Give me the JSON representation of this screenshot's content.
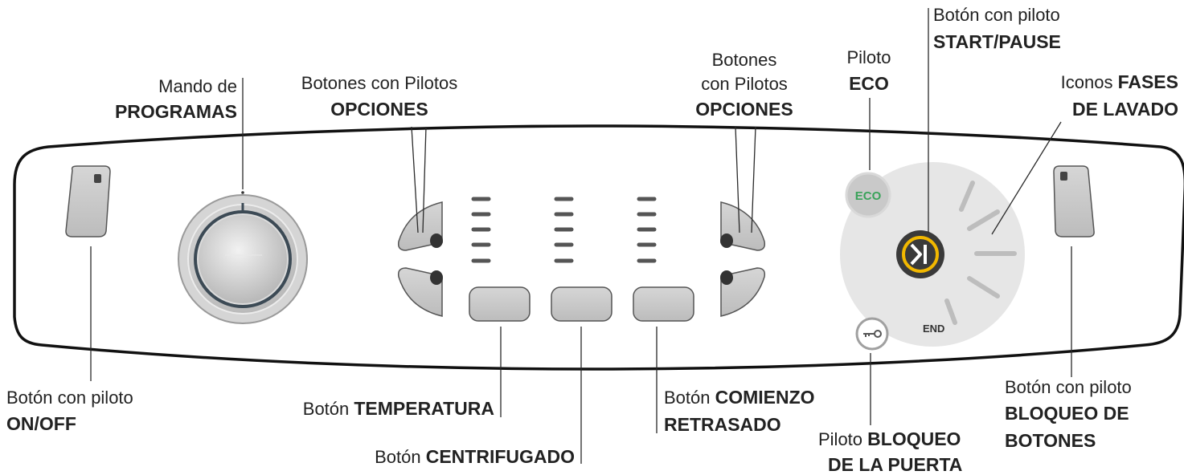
{
  "colors": {
    "panel_stroke": "#111111",
    "button_fill": "#c9c9c9",
    "eco_green": "#3aa35a",
    "start_ring": "#f2b800",
    "start_core": "#3a3a3a",
    "dial_ring": "#3c4a55",
    "text": "#222222"
  },
  "icons": {
    "eco": "ECO",
    "end": "END",
    "door_lock": "key-icon",
    "start": "play-pause-icon"
  },
  "labels": {
    "mando_1": "Mando de",
    "mando_2": "PROGRAMAS",
    "opc_left_1": "Botones con Pilotos",
    "opc_left_2": "OPCIONES",
    "opc_right_1": "Botones",
    "opc_right_2": "con Pilotos",
    "opc_right_3": "OPCIONES",
    "eco_1": "Piloto",
    "eco_2": "ECO",
    "start_1": "Botón con piloto",
    "start_2": "START/PAUSE",
    "fases_1": "Iconos ",
    "fases_1b": "FASES",
    "fases_2": "DE LAVADO",
    "onoff_1": "Botón con piloto",
    "onoff_2": "ON/OFF",
    "temp_1": "Botón ",
    "temp_2": "TEMPERATURA",
    "centr_1": "Botón ",
    "centr_2": "CENTRIFUGADO",
    "comienzo_1": "Botón ",
    "comienzo_2": "COMIENZO",
    "comienzo_3": "RETRASADO",
    "puerta_1": "Piloto ",
    "puerta_2": "BLOQUEO",
    "puerta_3": "DE LA PUERTA",
    "bloqueo_1": "Botón con piloto",
    "bloqueo_2": "BLOQUEO DE",
    "bloqueo_3": "BOTONES"
  }
}
